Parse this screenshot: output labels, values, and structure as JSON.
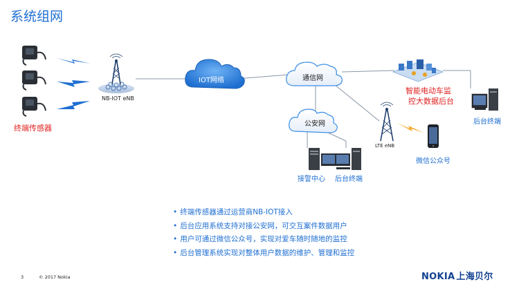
{
  "title": "系统组网",
  "labels": {
    "sensors": "终端传感器",
    "nb_iot": "NB-IOT eNB",
    "iot_network": "IOT网络",
    "telecom_network": "通信网",
    "police_network": "公安网",
    "platform": [
      "智能电动车监",
      "控大数据后台"
    ],
    "backend_right": "后台终端",
    "lte": "LTE eNB",
    "wechat": "微信公众号",
    "alarm_center": "接警中心",
    "backend_bottom": "后台终端"
  },
  "bullets": [
    "终端传感器通过运营商NB-IOT接入",
    "后台应用系统支持对接公安网，可交互案件数据用户",
    "用户可通过微信公众号，实现对爱车随时随地的监控",
    "后台管理系统实现对整体用户数据的维护、管理和监控"
  ],
  "footer": {
    "page_number": "3",
    "copyright": "© 2017 Nokia",
    "logo_text": "NOKIA",
    "logo_cn": "上海贝尔"
  },
  "colors": {
    "accent": "#1f6fd1",
    "highlight": "#e02020",
    "cloud": "#3a8ee6",
    "lightning": "#1f6fd1",
    "lightning_orange": "#f5a623"
  }
}
